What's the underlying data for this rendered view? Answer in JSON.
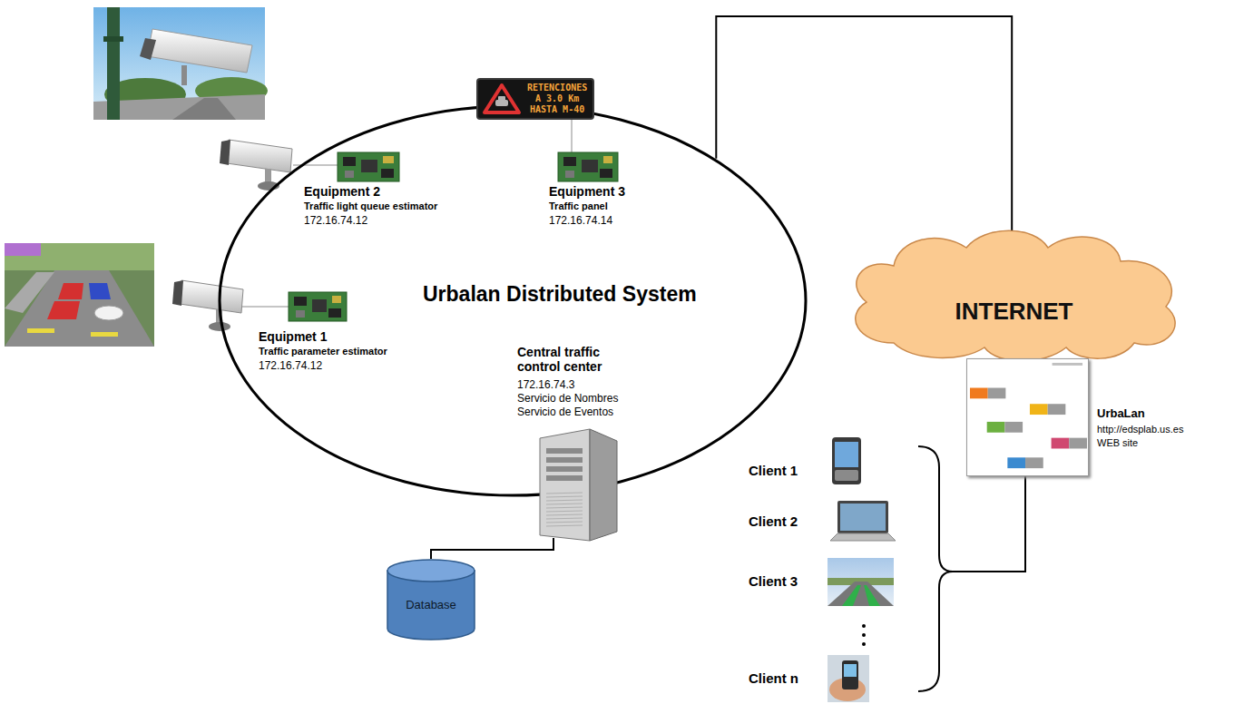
{
  "diagram": {
    "nodes": [
      {
        "text": [
          "Urbalan Distributed System"
        ]
      },
      {
        "text": [
          "RETENCIONES A 3.0 Km HASTA M-40"
        ]
      },
      {
        "text": [
          "Central traffic control center",
          "172.16.74.3",
          "Servicio de Nombres",
          "Servicio de Eventos"
        ]
      },
      {
        "text": [
          "Database"
        ]
      },
      {
        "text": [
          "INTERNET"
        ]
      },
      {
        "text": [
          "UrbaLan",
          "http://edsplab.us.es WEB site"
        ]
      }
    ],
    "edges": [
      {
        "from": 0,
        "to": 4,
        "arrow": "none"
      },
      {
        "from": 2,
        "to": 3,
        "arrow": "none"
      }
    ],
    "labels": [
      "Equipment 2",
      "Traffic light queue estimator",
      "172.16.74.12",
      "Equipment 3",
      "Traffic panel",
      "172.16.74.14",
      "Equipmet 1",
      "Traffic parameter estimator",
      "172.16.74.12",
      "Client 1",
      "Client 2",
      "Client 3",
      "Client n"
    ]
  }
}
